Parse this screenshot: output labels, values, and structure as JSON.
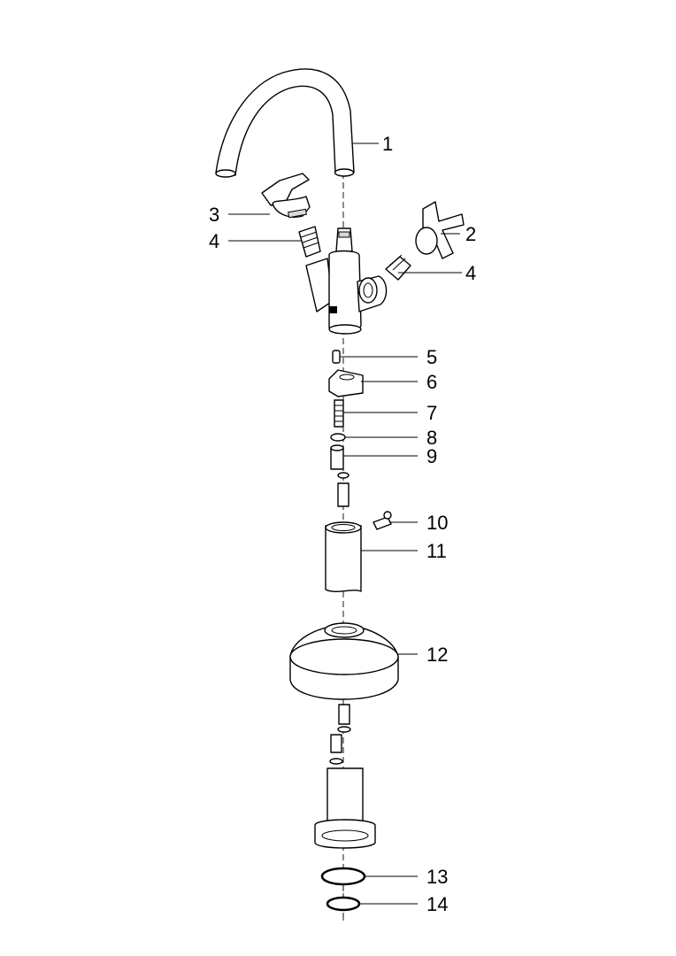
{
  "callouts": [
    "1",
    "2",
    "3",
    "4",
    "4",
    "5",
    "6",
    "7",
    "8",
    "9",
    "10",
    "11",
    "12",
    "13",
    "14"
  ]
}
